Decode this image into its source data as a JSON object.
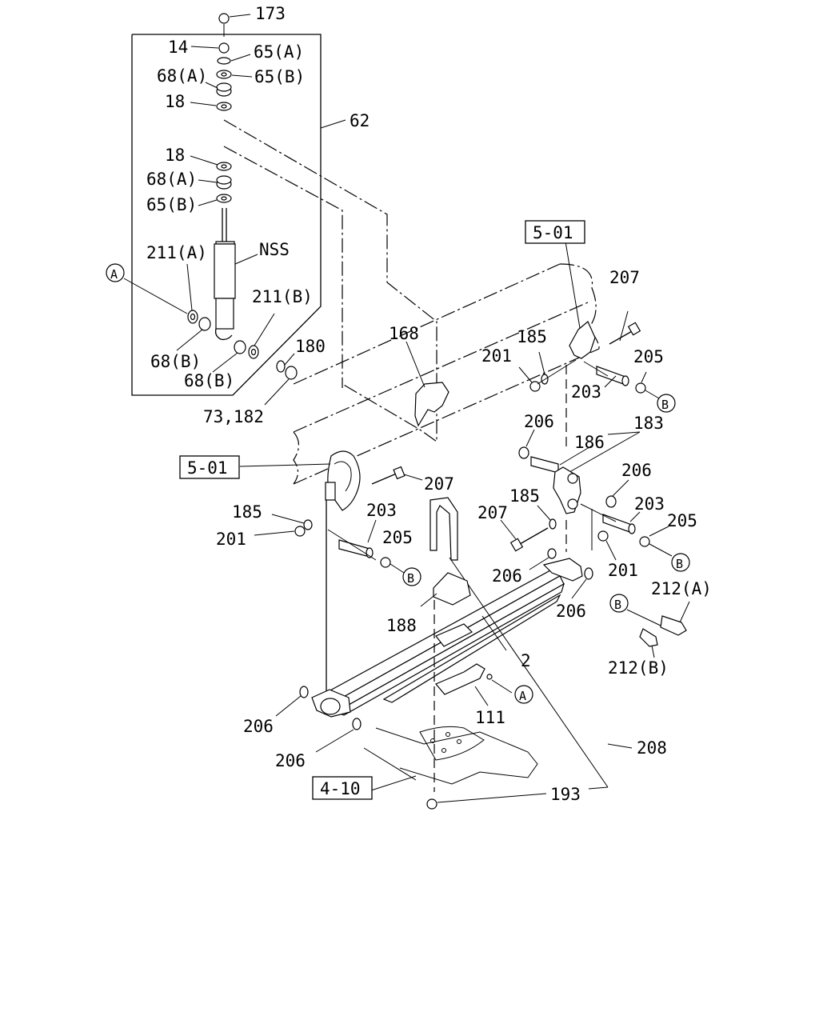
{
  "ref_boxes": {
    "upper_frame": "5-01",
    "left_frame": "5-01",
    "axle": "4-10"
  },
  "callouts": {
    "circle_a": "A",
    "circle_b": "B"
  },
  "labels": {
    "p173": "173",
    "p14": "14",
    "p65a": "65(A)",
    "p68a_top": "68(A)",
    "p65b_top": "65(B)",
    "p18_top": "18",
    "p62": "62",
    "p18_mid": "18",
    "p68a_mid": "68(A)",
    "p65b_mid": "65(B)",
    "p211a": "211(A)",
    "pnss": "NSS",
    "p211b": "211(B)",
    "p180": "180",
    "p68b_left": "68(B)",
    "p68b_right": "68(B)",
    "p73_182": "73,182",
    "p168": "168",
    "p207_top": "207",
    "p185_top": "185",
    "p201_top": "201",
    "p205_top": "205",
    "p203_top": "203",
    "p206_upper": "206",
    "p183": "183",
    "p186": "186",
    "p206_right": "206",
    "p207_left": "207",
    "p185_left": "185",
    "p203_left": "203",
    "p201_left": "201",
    "p205_left": "205",
    "p207_mid": "207",
    "p185_mid": "185",
    "p203_right": "203",
    "p205_right": "205",
    "p201_right": "201",
    "p212a": "212(A)",
    "p212b": "212(B)",
    "p206_mid": "206",
    "p206_low": "206",
    "p188": "188",
    "p2": "2",
    "p111": "111",
    "p206_bl1": "206",
    "p206_bl2": "206",
    "p208": "208",
    "p193": "193"
  }
}
